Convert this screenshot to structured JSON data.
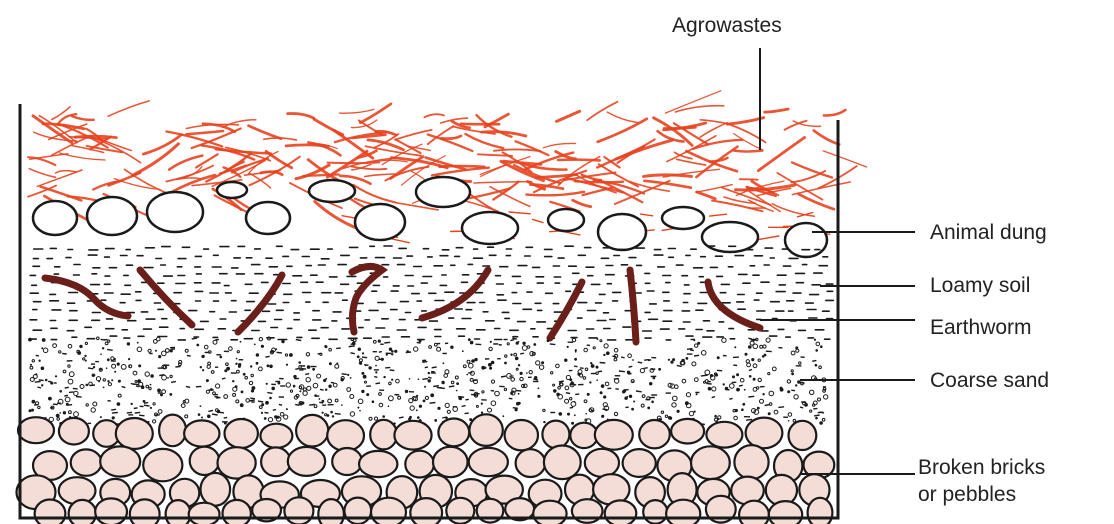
{
  "labels": {
    "agrowastes": "Agrowastes",
    "animal_dung": "Animal dung",
    "loamy_soil": "Loamy soil",
    "earthworm": "Earthworm",
    "coarse_sand": "Coarse sand",
    "broken_bricks_line1": "Broken bricks",
    "broken_bricks_line2": "or pebbles"
  },
  "colors": {
    "agrowaste": "#e8431f",
    "earthworm": "#6b1f1a",
    "pebble_fill": "#f3ddd6",
    "outline": "#1a1a1a",
    "background": "#ffffff"
  }
}
